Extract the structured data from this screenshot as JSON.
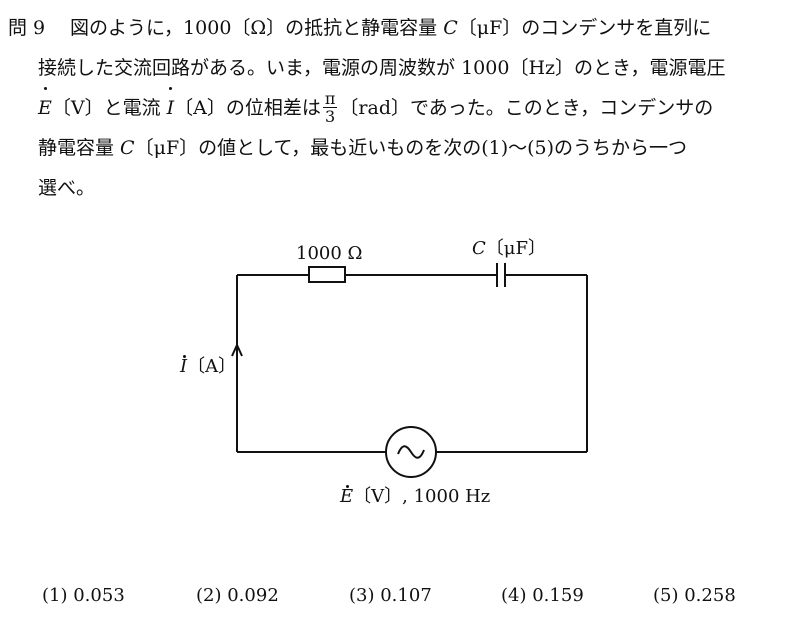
{
  "question": {
    "number": "問 9",
    "line1": "図のように，1000〔Ω〕の抵抗と静電容量 ",
    "line1_var": "C",
    "line1_end": "〔μF〕のコンデンサを直列に",
    "line2": "接続した交流回路がある。いま，電源の周波数が 1000〔Hz〕のとき，電源電圧",
    "line3_var1": "E",
    "line3_a": "〔V〕と電流 ",
    "line3_var2": "I",
    "line3_b": "〔A〕の位相差は",
    "frac_num": "π",
    "frac_den": "3",
    "line3_c": "〔rad〕であった。このとき，コンデンサの",
    "line4_a": "静電容量 ",
    "line4_var": "C",
    "line4_b": "〔μF〕の値として，最も近いものを次の(1)〜(5)のうちから一つ",
    "line5": "選べ。"
  },
  "circuit": {
    "resistor_label": "1000 Ω",
    "capacitor_var": "C",
    "capacitor_unit": "〔μF〕",
    "current_var": "I",
    "current_unit": "〔A〕",
    "source_var": "E",
    "source_unit": "〔V〕, 1000 Hz"
  },
  "answers": [
    {
      "key": "(1)",
      "value": "0.053"
    },
    {
      "key": "(2)",
      "value": "0.092"
    },
    {
      "key": "(3)",
      "value": "0.107"
    },
    {
      "key": "(4)",
      "value": "0.159"
    },
    {
      "key": "(5)",
      "value": "0.258"
    }
  ]
}
